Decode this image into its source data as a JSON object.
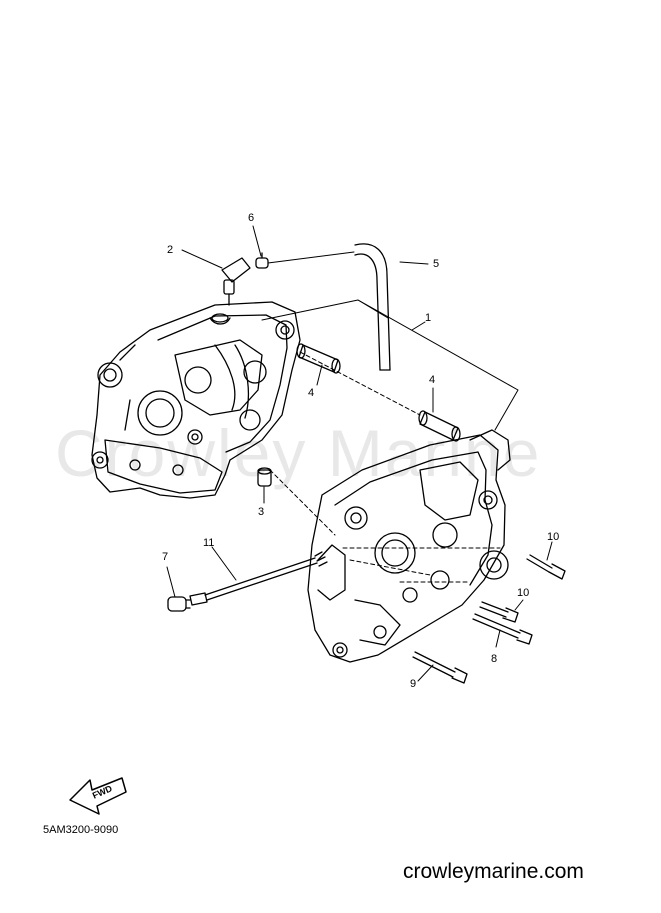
{
  "watermark": "Crowley Marine",
  "callouts": {
    "c1": "1",
    "c2": "2",
    "c3": "3",
    "c4a": "4",
    "c4b": "4",
    "c5": "5",
    "c6": "6",
    "c7": "7",
    "c8": "8",
    "c9": "9",
    "c10a": "10",
    "c10b": "10",
    "c11": "11"
  },
  "fwd_label": "FWD",
  "diagram_code": "5AM3200-9090",
  "site": "crowleymarine.com"
}
